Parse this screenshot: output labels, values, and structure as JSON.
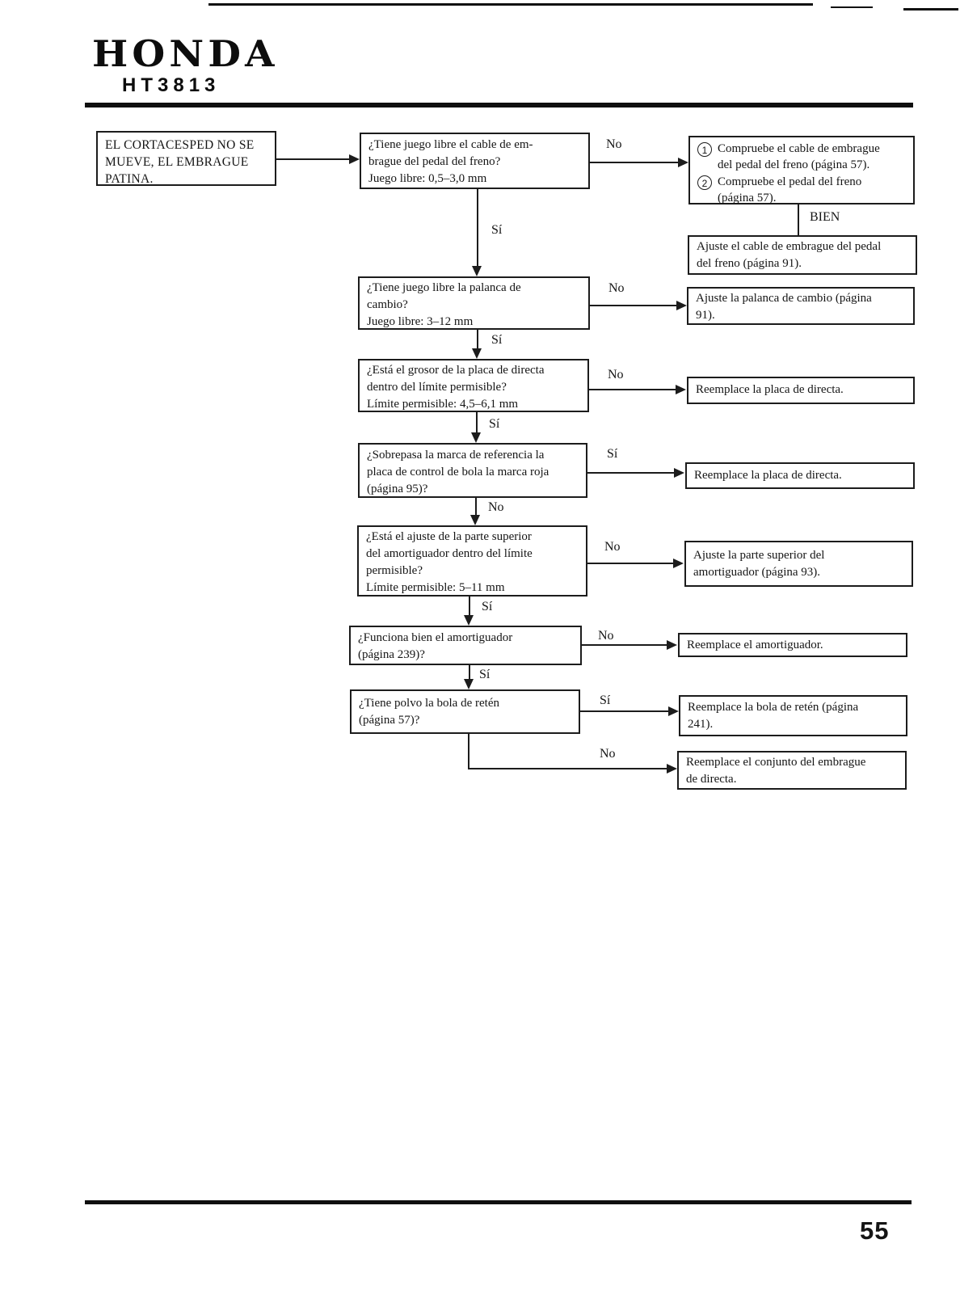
{
  "page": {
    "brand": "HONDA",
    "model": "HT3813",
    "page_number": "55"
  },
  "flowchart": {
    "problem": "EL CORTACESPED NO SE\nMUEVE, EL EMBRAGUE\nPATINA.",
    "labels": {
      "yes": "Sí",
      "no": "No",
      "ok": "BIEN"
    },
    "q1": "¿Tiene juego libre el cable de em-\nbrague del pedal del freno?\nJuego libre: 0,5–3,0 mm",
    "q2": "¿Tiene juego libre la palanca de\ncambio?\nJuego libre: 3–12 mm",
    "q3": "¿Está el grosor de la placa de directa\ndentro del límite permisible?\nLímite permisible: 4,5–6,1 mm",
    "q4": "¿Sobrepasa la marca de referencia la\nplaca de control de bola la marca roja\n(página 95)?",
    "q5": "¿Está el ajuste de la parte superior\ndel amortiguador dentro del límite\npermisible?\nLímite permisible: 5–11 mm",
    "q6": "¿Funciona bien el amortiguador\n(página 239)?",
    "q7": "¿Tiene polvo la bola de retén\n(página 57)?",
    "a1_item1_num": "1",
    "a1_item1": "Compruebe el cable de embrague\ndel pedal del freno (página 57).",
    "a1_item2_num": "2",
    "a1_item2": "Compruebe el pedal del freno\n(página 57).",
    "a2": "Ajuste el cable de embrague del pedal\ndel freno (página 91).",
    "a3": "Ajuste la palanca de cambio (página\n91).",
    "a4": "Reemplace la placa de directa.",
    "a5": "Reemplace la placa de directa.",
    "a6": "Ajuste la parte superior del\namortiguador (página 93).",
    "a7": "Reemplace el amortiguador.",
    "a8": "Reemplace la bola de retén (página\n241).",
    "a9": "Reemplace el conjunto del embrague\nde directa."
  }
}
